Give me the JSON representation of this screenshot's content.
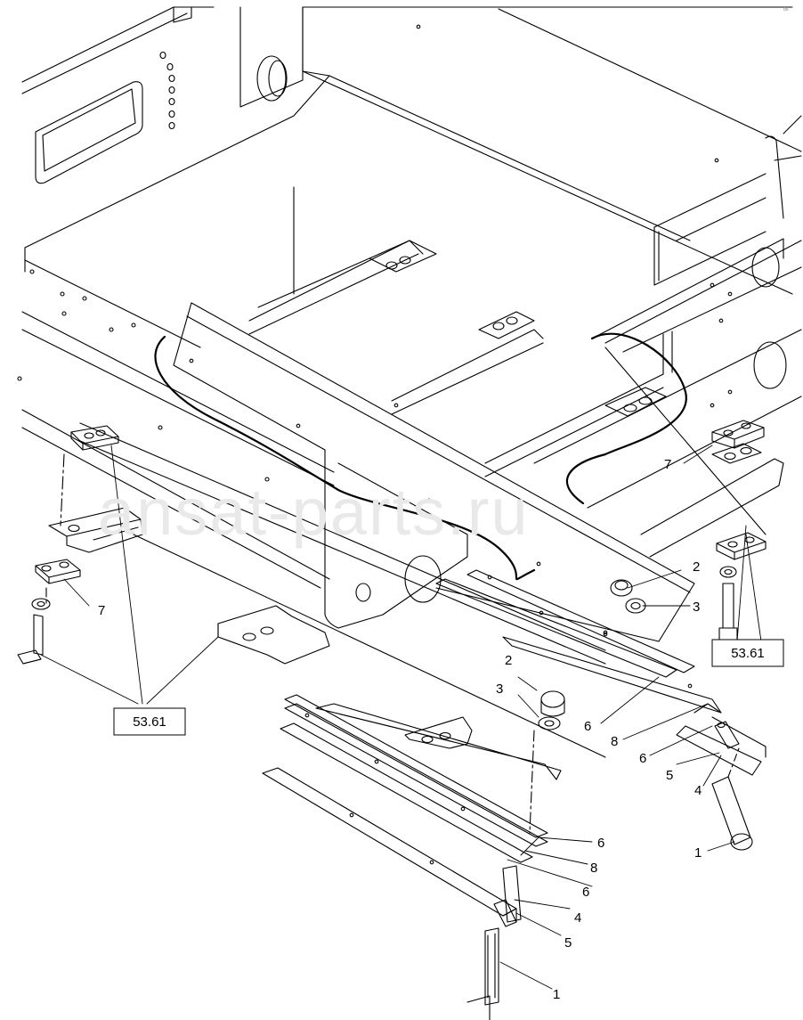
{
  "watermark": "ansat-parts.ru",
  "corner_code": "88",
  "reference_boxes": [
    {
      "id": "ref-left",
      "text": "53.61"
    },
    {
      "id": "ref-right",
      "text": "53.61"
    }
  ],
  "callouts": [
    {
      "id": "c7-left",
      "text": "7"
    },
    {
      "id": "c7-right",
      "text": "7"
    },
    {
      "id": "c2-right",
      "text": "2"
    },
    {
      "id": "c3-right",
      "text": "3"
    },
    {
      "id": "c2-mid",
      "text": "2"
    },
    {
      "id": "c3-mid",
      "text": "3"
    },
    {
      "id": "c6-a",
      "text": "6"
    },
    {
      "id": "c8-a",
      "text": "8"
    },
    {
      "id": "c6-b",
      "text": "6"
    },
    {
      "id": "c5-a",
      "text": "5"
    },
    {
      "id": "c4-a",
      "text": "4"
    },
    {
      "id": "c1-a",
      "text": "1"
    },
    {
      "id": "c6-c",
      "text": "6"
    },
    {
      "id": "c8-b",
      "text": "8"
    },
    {
      "id": "c6-d",
      "text": "6"
    },
    {
      "id": "c4-b",
      "text": "4"
    },
    {
      "id": "c5-b",
      "text": "5"
    },
    {
      "id": "c1-b",
      "text": "1"
    }
  ]
}
